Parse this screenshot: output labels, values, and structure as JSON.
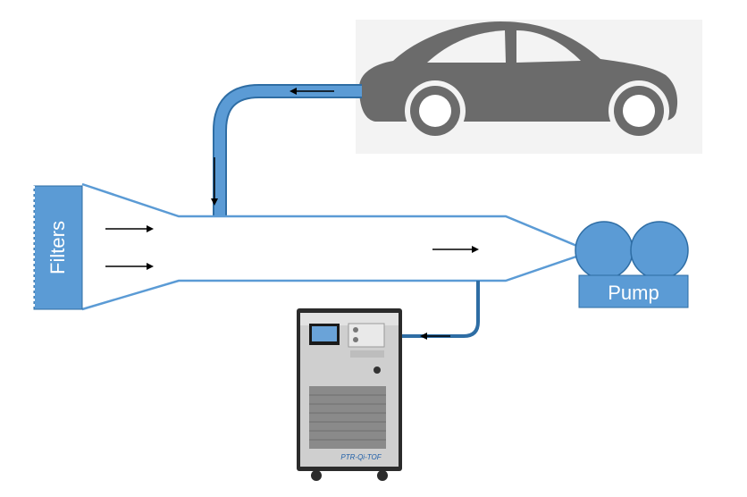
{
  "labels": {
    "filters": "Filters",
    "pump": "Pump",
    "instrument_brand": "PTR-Qi-TOF"
  },
  "colors": {
    "pipe": "#5b9bd5",
    "pipe_dark": "#2e6da4",
    "outline": "#5b9bd5",
    "car": "#6b6b6b",
    "car_shadow": "#f2f2f2",
    "instrument_body": "#c9c9c9",
    "instrument_frame": "#2b2b2b"
  },
  "icons": [
    "car-icon",
    "pump-icon",
    "filter-icon",
    "instrument-icon",
    "arrow-icon"
  ]
}
